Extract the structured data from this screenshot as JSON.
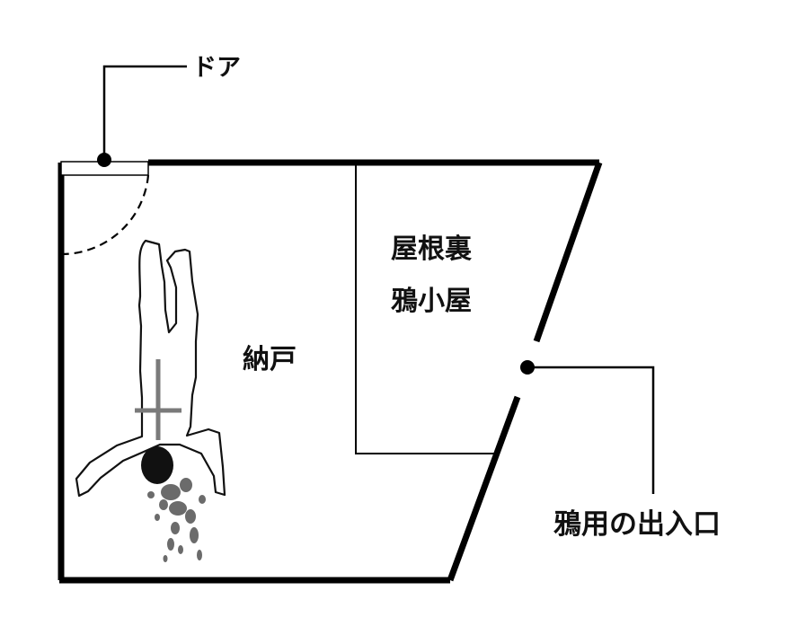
{
  "labels": {
    "door": "ドア",
    "attic": "屋根裏",
    "crow_house": "鴉小屋",
    "storeroom": "納戸",
    "crow_entrance": "鴉用の出入口"
  },
  "colors": {
    "wall": "#000000",
    "figure_outline": "#111111",
    "blood": "#6b6b6b",
    "background": "#ffffff"
  }
}
